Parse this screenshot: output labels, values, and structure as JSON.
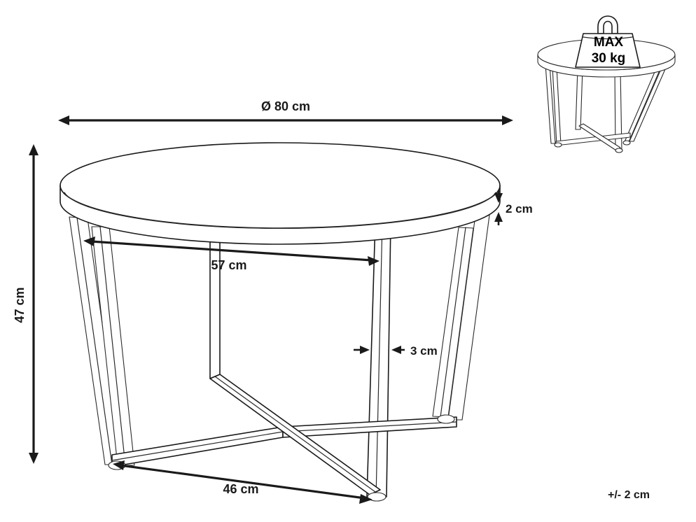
{
  "diagram": {
    "kind": "furniture-dimension-drawing",
    "subject": "round coffee table",
    "stroke_color": "#1a1a1a",
    "background_color": "#ffffff"
  },
  "dimensions": {
    "diameter": {
      "label": "Ø 80 cm",
      "value": 80,
      "unit": "cm",
      "name": "tabletop-diameter"
    },
    "height": {
      "label": "47 cm",
      "value": 47,
      "unit": "cm",
      "name": "total-height",
      "orientation": "vertical"
    },
    "top_thickness": {
      "label": "2 cm",
      "value": 2,
      "unit": "cm",
      "name": "tabletop-thickness"
    },
    "base_span": {
      "label": "57 cm",
      "value": 57,
      "unit": "cm",
      "name": "upper-frame-span"
    },
    "leg_width": {
      "label": "3 cm",
      "value": 3,
      "unit": "cm",
      "name": "leg-profile-width"
    },
    "foot_span": {
      "label": "46 cm",
      "value": 46,
      "unit": "cm",
      "name": "foot-span"
    }
  },
  "notes": {
    "tolerance": "+/- 2 cm"
  },
  "load_badge": {
    "line1": "MAX",
    "line2": "30 kg",
    "max_weight_value": 30,
    "max_weight_unit": "kg",
    "icon": "weight-block-icon"
  }
}
